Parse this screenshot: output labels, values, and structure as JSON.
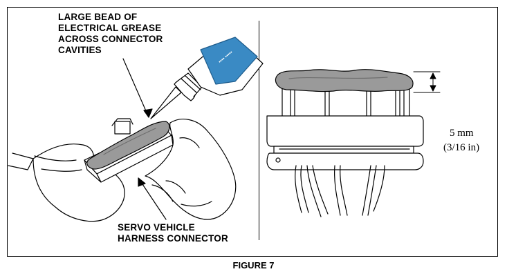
{
  "figure": {
    "caption": "FIGURE 7"
  },
  "left_panel": {
    "callout_top_lines": [
      "LARGE BEAD OF",
      "ELECTRICAL GREASE",
      "ACROSS CONNECTOR",
      "CAVITIES"
    ],
    "callout_bottom_lines": [
      "SERVO VEHICLE",
      "HARNESS CONNECTOR"
    ]
  },
  "right_panel": {
    "dimension_metric": "5 mm",
    "dimension_imperial": "(3/16 in)"
  },
  "colors": {
    "grease": "#9a9a9a",
    "tube_label": "#3a8ac4",
    "line": "#000000"
  }
}
